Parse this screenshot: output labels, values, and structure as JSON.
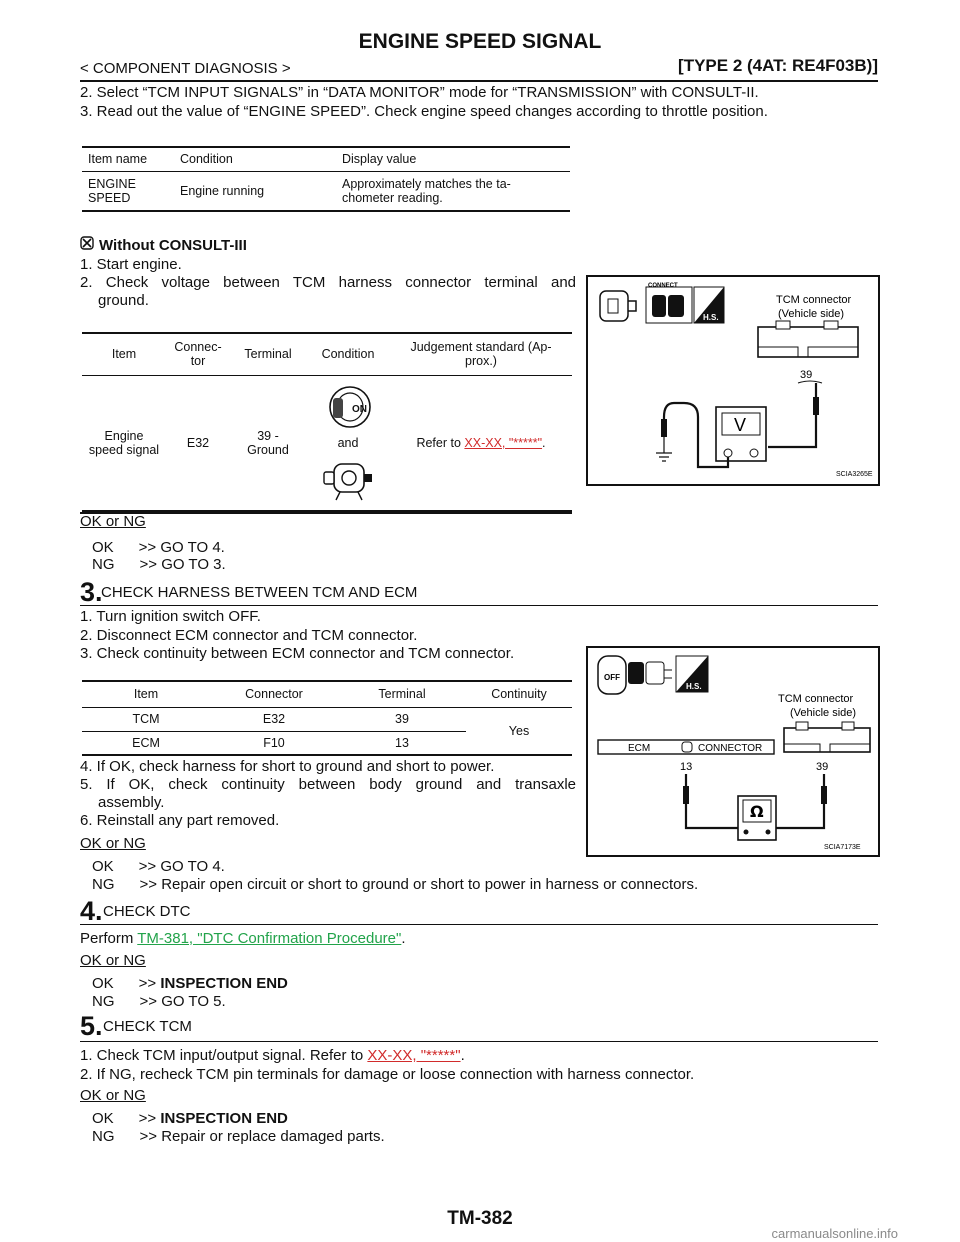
{
  "header": {
    "title": "ENGINE SPEED SIGNAL",
    "section": "< COMPONENT DIAGNOSIS >",
    "model": "[TYPE 2 (4AT: RE4F03B)]"
  },
  "step2_tail": {
    "line2": "2. Select “TCM INPUT SIGNALS” in “DATA MONITOR” mode for “TRANSMISSION” with CONSULT-II.",
    "line3": "3. Read out the value of “ENGINE SPEED”. Check engine speed changes according to throttle position."
  },
  "monitor_table": {
    "headers": [
      "Item name",
      "Condition",
      "Display value"
    ],
    "row": {
      "item_line1": "ENGINE",
      "item_line2": "SPEED",
      "condition": "Engine running",
      "value_line1": "Approximately matches the ta-",
      "value_line2": "chometer reading."
    }
  },
  "without_consult": {
    "heading": "Without CONSULT-III",
    "s1": "1. Start engine.",
    "s2a": "2. Check voltage between TCM harness connector terminal and",
    "s2b": "ground."
  },
  "voltage_table": {
    "h_item": "Item",
    "h_conn1": "Connec-",
    "h_conn2": "tor",
    "h_terminal": "Terminal",
    "h_condition": "Condition",
    "h_judge1": "Judgement standard (Ap-",
    "h_judge2": "prox.)",
    "item1": "Engine",
    "item2": "speed signal",
    "connector": "E32",
    "terminal1": "39 -",
    "terminal2": "Ground",
    "condition_and": "and",
    "refer_prefix": "Refer to ",
    "refer_link": "XX-XX, \"*****\"",
    "refer_suffix": "."
  },
  "fig1": {
    "connect_label": "CONNECT",
    "hs_label": "H.S.",
    "connector_line1": "TCM connector",
    "connector_line2": "(Vehicle side)",
    "pin": "39",
    "meter": "V",
    "code": "SCIA3265E"
  },
  "result1": {
    "ok_ng": "OK or NG",
    "ok": "OK      >> GO TO 4.",
    "ng": "NG      >> GO TO 3."
  },
  "step3": {
    "number": "3.",
    "title": "CHECK HARNESS BETWEEN TCM AND ECM",
    "s1": "1. Turn ignition switch OFF.",
    "s2": "2. Disconnect ECM connector and TCM connector.",
    "s3": "3. Check continuity between ECM connector and TCM connector.",
    "s4": "4. If OK, check harness for short to ground and short to power.",
    "s5a": "5. If OK, check continuity between body ground and transaxle",
    "s5b": "assembly.",
    "s6": "6. Reinstall any part removed."
  },
  "continuity_table": {
    "headers": [
      "Item",
      "Connector",
      "Terminal",
      "Continuity"
    ],
    "rows": [
      {
        "item": "TCM",
        "connector": "E32",
        "terminal": "39"
      },
      {
        "item": "ECM",
        "connector": "F10",
        "terminal": "13"
      }
    ],
    "continuity": "Yes"
  },
  "fig2": {
    "off_label": "OFF",
    "hs_label": "H.S.",
    "connector_line1": "TCM connector",
    "connector_line2": "(Vehicle side)",
    "ecm_label": "ECM",
    "connector_label": "CONNECTOR",
    "pin_left": "13",
    "pin_right": "39",
    "meter": "Ω",
    "code": "SCIA7173E"
  },
  "result2": {
    "ok_ng": "OK or NG",
    "ok": "OK      >> GO TO 4.",
    "ng": "NG      >> Repair open circuit or short to ground or short to power in harness or connectors."
  },
  "step4": {
    "number": "4.",
    "title": "CHECK DTC",
    "perform": "Perform ",
    "link": "TM-381, \"DTC Confirmation Procedure\"",
    "suffix": ".",
    "ok_ng": "OK or NG",
    "ok_prefix": "OK      >> ",
    "ok_bold": "INSPECTION END",
    "ng": "NG      >> GO TO 5."
  },
  "step5": {
    "number": "5.",
    "title": "CHECK TCM",
    "s1_prefix": "1. Check TCM input/output signal. Refer to ",
    "s1_link": "XX-XX, \"*****\"",
    "s1_suffix": ".",
    "s2": "2. If NG, recheck TCM pin terminals for damage or loose connection with harness connector.",
    "ok_ng": "OK or NG",
    "ok_prefix": "OK      >> ",
    "ok_bold": "INSPECTION END",
    "ng": "NG      >> Repair or replace damaged parts."
  },
  "footer": {
    "page": "TM-382",
    "watermark": "carmanualsonline.info"
  }
}
